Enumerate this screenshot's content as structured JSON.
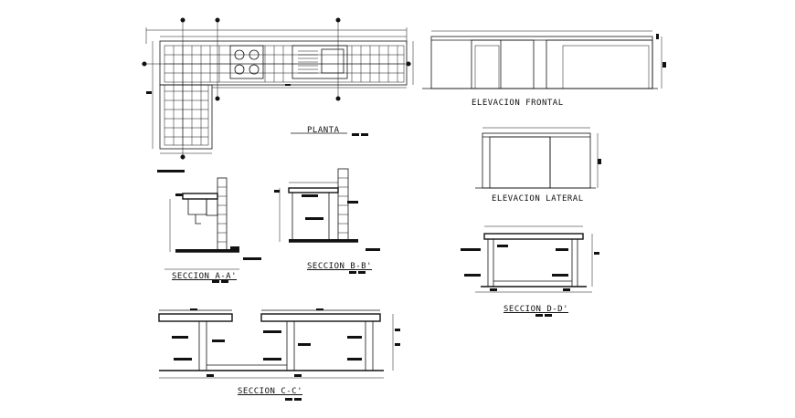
{
  "labels": {
    "planta": "PLANTA",
    "elevacion_frontal": "ELEVACION FRONTAL",
    "elevacion_lateral": "ELEVACION LATERAL",
    "seccion_aa": "SECCION A-A'",
    "seccion_bb": "SECCION B-B'",
    "seccion_cc": "SECCION C-C'",
    "seccion_dd": "SECCION D-D'"
  },
  "colors": {
    "line": "#111111",
    "background": "#ffffff"
  }
}
